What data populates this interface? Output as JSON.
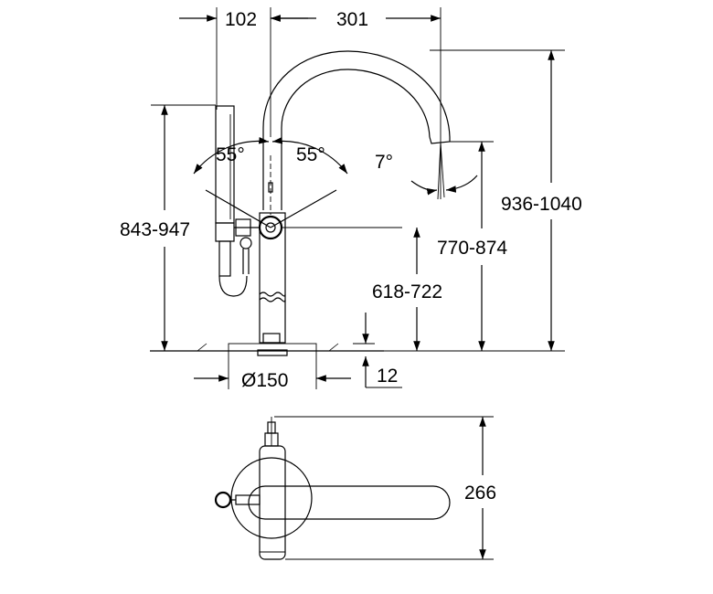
{
  "labels": {
    "width_handshower": "102",
    "width_spout": "301",
    "angle_left": "55°",
    "angle_right": "55°",
    "angle_spout": "7°",
    "height_total": "936-1040",
    "height_handshower": "843-947",
    "height_spout": "770-874",
    "height_lever": "618-722",
    "base_diameter": "Ø150",
    "base_thickness": "12",
    "depth_top_view": "266"
  },
  "colors": {
    "line": "#000000",
    "background": "#ffffff"
  }
}
